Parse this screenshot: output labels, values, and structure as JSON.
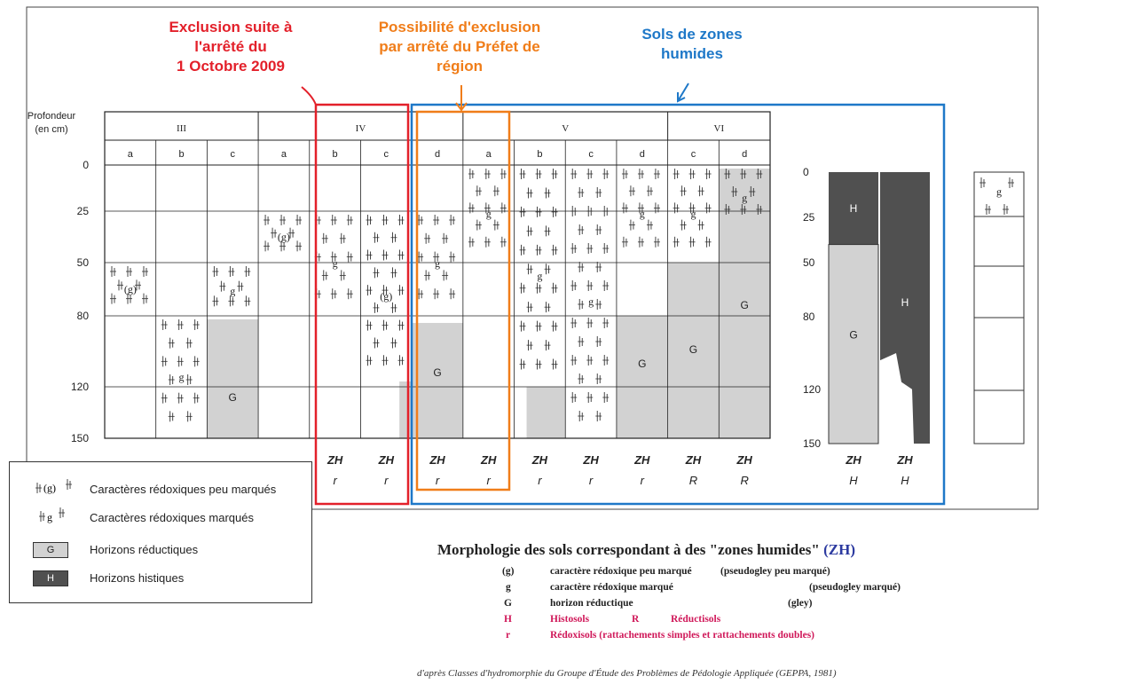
{
  "annotations": {
    "red": [
      "Exclusion suite à",
      "l'arrêté du",
      "1 Octobre 2009"
    ],
    "orange": [
      "Possibilité d'exclusion",
      "par arrêté du Préfet de",
      "région"
    ],
    "blue": [
      "Sols de zones",
      "humides"
    ]
  },
  "diagram": {
    "depth_title": [
      "Profondeur",
      "(en cm)"
    ],
    "depth_ticks": [
      "0",
      "25",
      "50",
      "80",
      "120",
      "150"
    ],
    "classes": [
      "III",
      "IV",
      "V",
      "VI"
    ],
    "subclasses": [
      "a",
      "b",
      "c",
      "a",
      "b",
      "c",
      "d",
      "a",
      "b",
      "c",
      "d",
      "c",
      "d"
    ],
    "zh_label": "ZH",
    "zh_sublabels": [
      "r",
      "r",
      "r",
      "r",
      "r",
      "r",
      "r",
      "R",
      "R"
    ],
    "marks": {
      "g_weak": "(g)",
      "g_strong": "g",
      "gley": "G",
      "histic": "H"
    },
    "histic_depth_ticks": [
      "0",
      "25",
      "50",
      "80",
      "120",
      "150"
    ],
    "histic_zh_sublabels": [
      "H",
      "H"
    ],
    "far_right_mark": "g"
  },
  "legend": {
    "items": [
      {
        "symbol": "(g)",
        "text": "Caractères rédoxiques peu marqués"
      },
      {
        "symbol": "g",
        "text": "Caractères rédoxiques marqués"
      },
      {
        "symbol": "G",
        "text": "Horizons réductiques"
      },
      {
        "symbol": "H",
        "text": "Horizons histiques"
      }
    ]
  },
  "caption": {
    "title": "Morphologie des sols correspondant à des \"zones humides\"",
    "title_zh": "(ZH)",
    "rows": [
      {
        "code": "(g)",
        "desc": "caractère rédoxique peu marqué",
        "extra": "(pseudogley peu marqué)"
      },
      {
        "code": "g",
        "desc": "caractère rédoxique marqué",
        "extra": "(pseudogley marqué)"
      },
      {
        "code": "G",
        "desc": "horizon réductique",
        "extra": "(gley)"
      },
      {
        "code": "H",
        "desc": "Histosols",
        "extra": "R",
        "extra2": "Réductisols"
      },
      {
        "code": "r",
        "desc": "Rédoxisols (rattachements simples et rattachements doubles)",
        "extra": ""
      }
    ],
    "source": "d'après Classes d'hydromorphie du Groupe d'Étude des Problèmes de Pédologie Appliquée (GEPPA, 1981)"
  },
  "colors": {
    "red": "#e3202a",
    "orange": "#f07d19",
    "blue": "#1e78c8",
    "gley": "#d2d2d2",
    "histic": "#505050",
    "caption_pink": "#d0195a"
  }
}
